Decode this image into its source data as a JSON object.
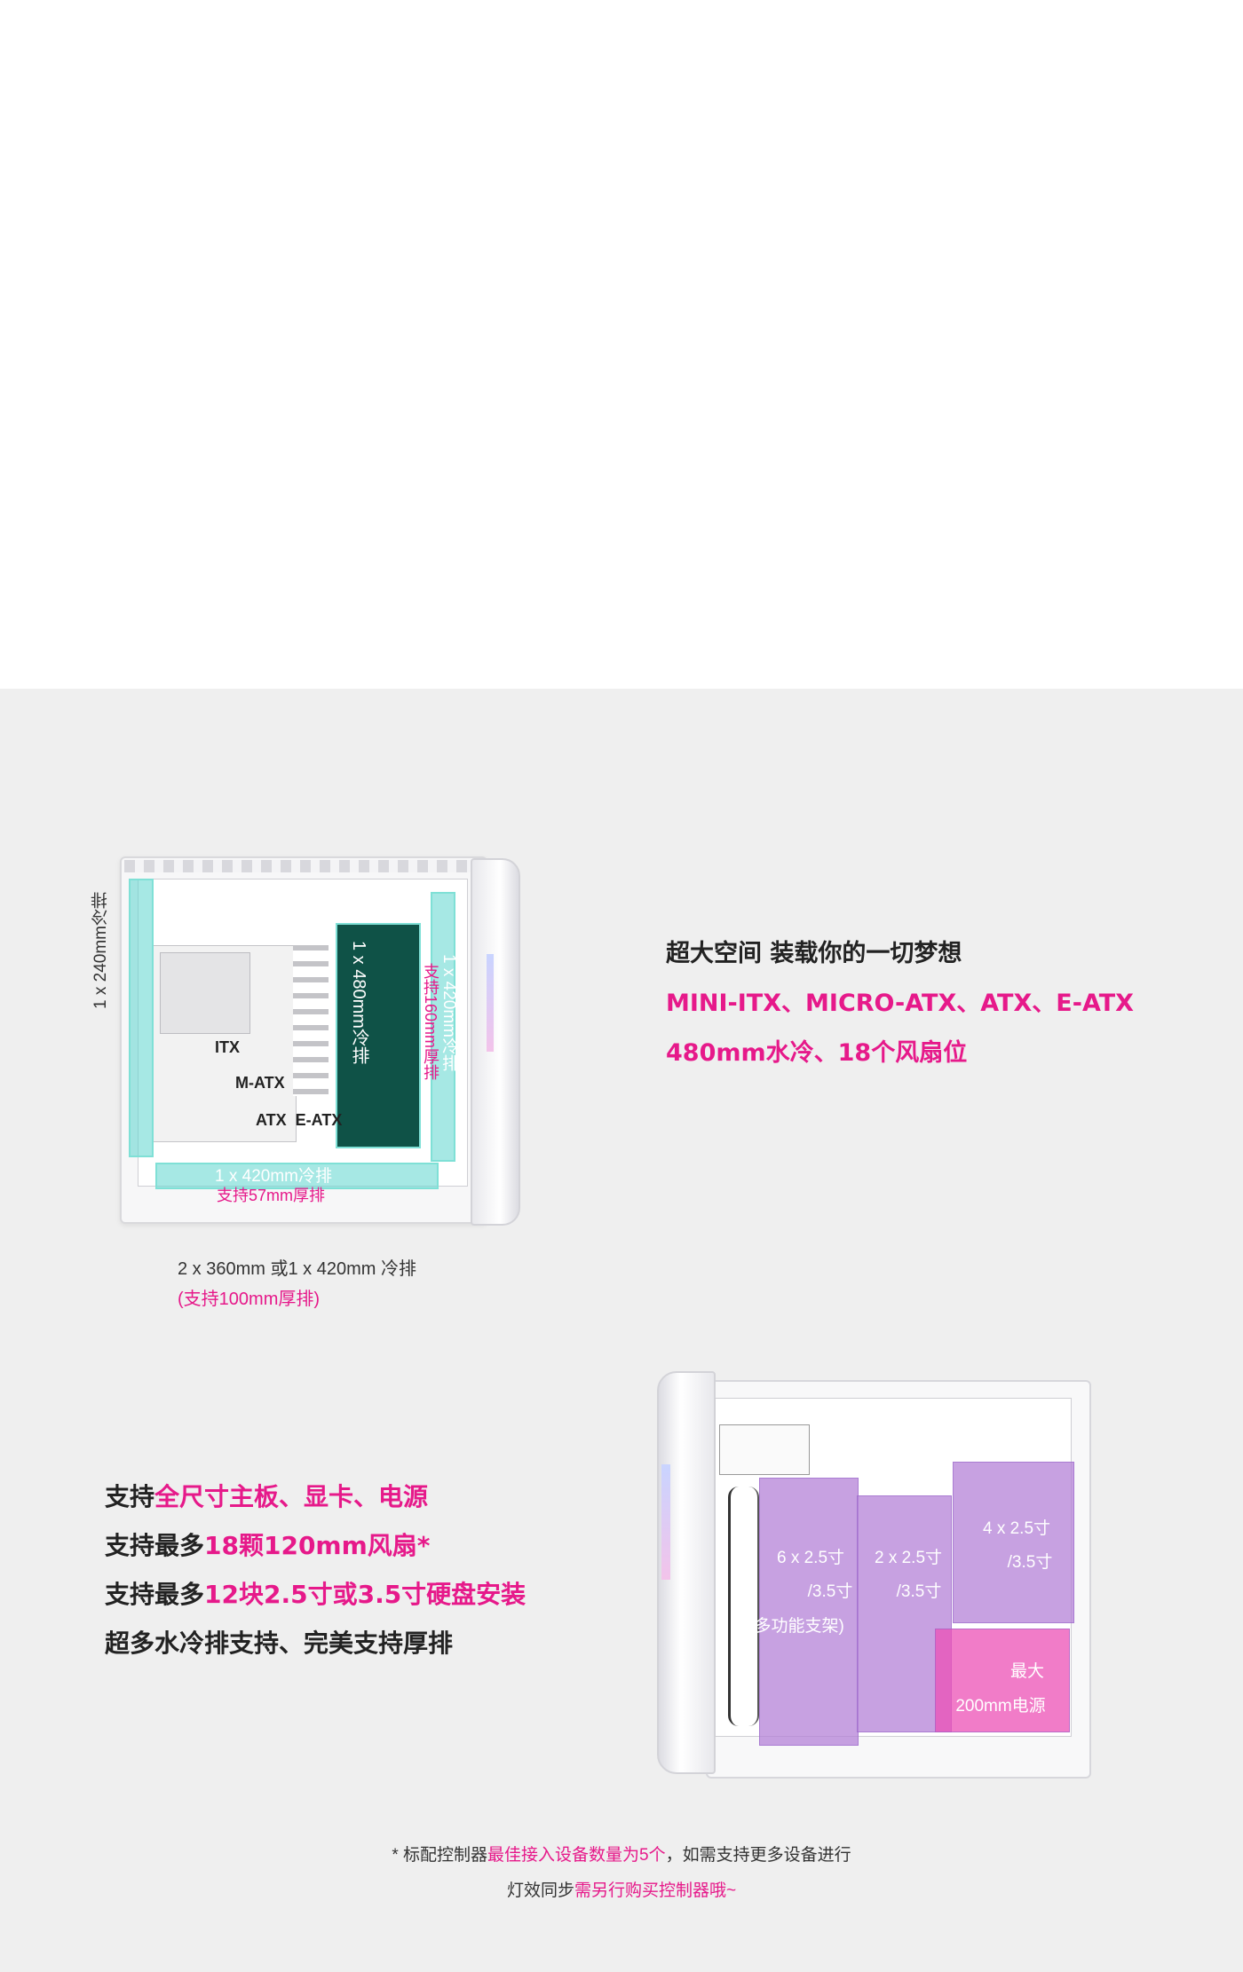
{
  "section1": {
    "heading": "超大空间 装载你的一切梦想",
    "line2": "MINI-ITX、MICRO-ATX、ATX、E-ATX",
    "line3": "480mm水冷、18个风扇位"
  },
  "case1_labels": {
    "left_rad": "1 x 240mm冷排",
    "aio": "1 x 480mm冷排",
    "right_rad": "1 x 420mm冷排",
    "right_rad_note": "支持160mm厚排",
    "itx": "ITX",
    "matx": "M-ATX",
    "atx": "ATX  E-ATX",
    "bottom_rad": "1 x 420mm冷排",
    "bottom_rad_note": "支持57mm厚排",
    "caption": "2 x 360mm 或1 x 420mm 冷排",
    "caption_note": "(支持100mm厚排)"
  },
  "section2": {
    "lines": [
      {
        "prefix": "支持",
        "highlight": "全尺寸主板、显卡、电源"
      },
      {
        "prefix": "支持最多",
        "highlight": "18颗120mm风扇*"
      },
      {
        "prefix": "支持最多",
        "highlight": "12块2.5寸或3.5寸硬盘安装"
      },
      {
        "prefix": "超多水冷排支持、完美支持厚排",
        "highlight": ""
      }
    ]
  },
  "case2_labels": {
    "a1": "6 x 2.5寸",
    "a2": "/3.5寸",
    "a3": "(多功能支架)",
    "b1": "2 x 2.5寸",
    "b2": "/3.5寸",
    "c1": "4 x 2.5寸",
    "c2": "/3.5寸",
    "d1": "最大",
    "d2": "200mm电源"
  },
  "footnote": {
    "l1_a": "* 标配控制器",
    "l1_b": "最佳接入设备数量为5个",
    "l1_c": "，如需支持更多设备进行",
    "l2_a": "灯效同步",
    "l2_b": "需另行购买控制器哦~"
  },
  "colors": {
    "accent_pink": "#e6198a",
    "teal": "#5dd6cd",
    "purple": "#b482d7"
  }
}
